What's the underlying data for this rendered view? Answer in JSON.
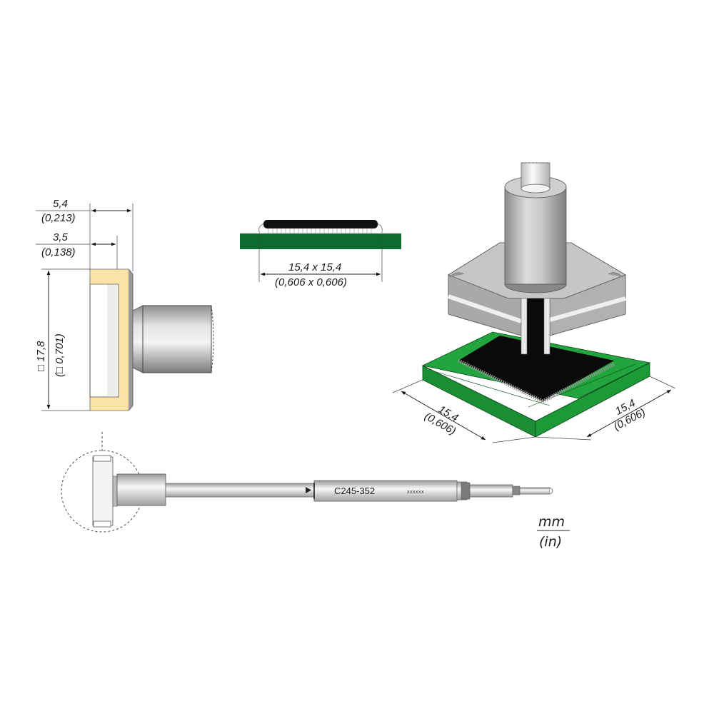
{
  "drawing": {
    "part_number": "C245-352",
    "serial_placeholder": "xxxxxx",
    "units": {
      "primary": "mm",
      "secondary": "(in)"
    }
  },
  "side_view": {
    "overall_depth": {
      "mm": "5,4",
      "in": "(0,213)"
    },
    "inner_depth": {
      "mm": "3,5",
      "in": "(0,138)"
    },
    "square_size": {
      "mm": "□ 17,8",
      "in": "(□ 0,701)"
    }
  },
  "component_view": {
    "size": {
      "mm": "15,4 x 15,4",
      "in": "(0,606 x 0,606)"
    }
  },
  "iso_view": {
    "width_left": {
      "mm": "15,4",
      "in": "(0,606)"
    },
    "width_right": {
      "mm": "15,4",
      "in": "(0,606)"
    }
  },
  "colors": {
    "pcb_green": "#1f9a3a",
    "pcb_dark_green": "#0e6b30",
    "insulator_yellow": "#fbe3a6",
    "metal_gray": "#b8b8b8",
    "chip_black": "#0a0a0a"
  }
}
